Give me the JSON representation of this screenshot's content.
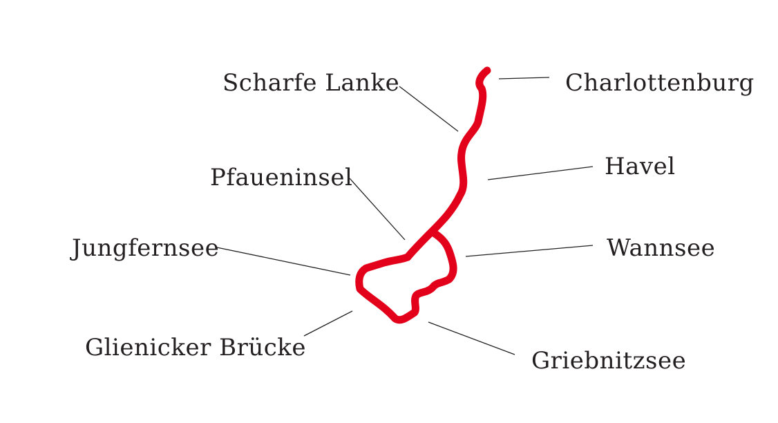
{
  "map": {
    "route_color": "#e2001a",
    "text_color": "#231f20",
    "labels": {
      "charlottenburg": "Charlottenburg",
      "scharfe_lanke": "Scharfe Lanke",
      "havel": "Havel",
      "pfaueninsel": "Pfaueninsel",
      "wannsee": "Wannsee",
      "jungfernsee": "Jungfernsee",
      "glienicker_bruecke": "Glienicker Brücke",
      "griebnitzsee": "Griebnitzsee"
    }
  }
}
